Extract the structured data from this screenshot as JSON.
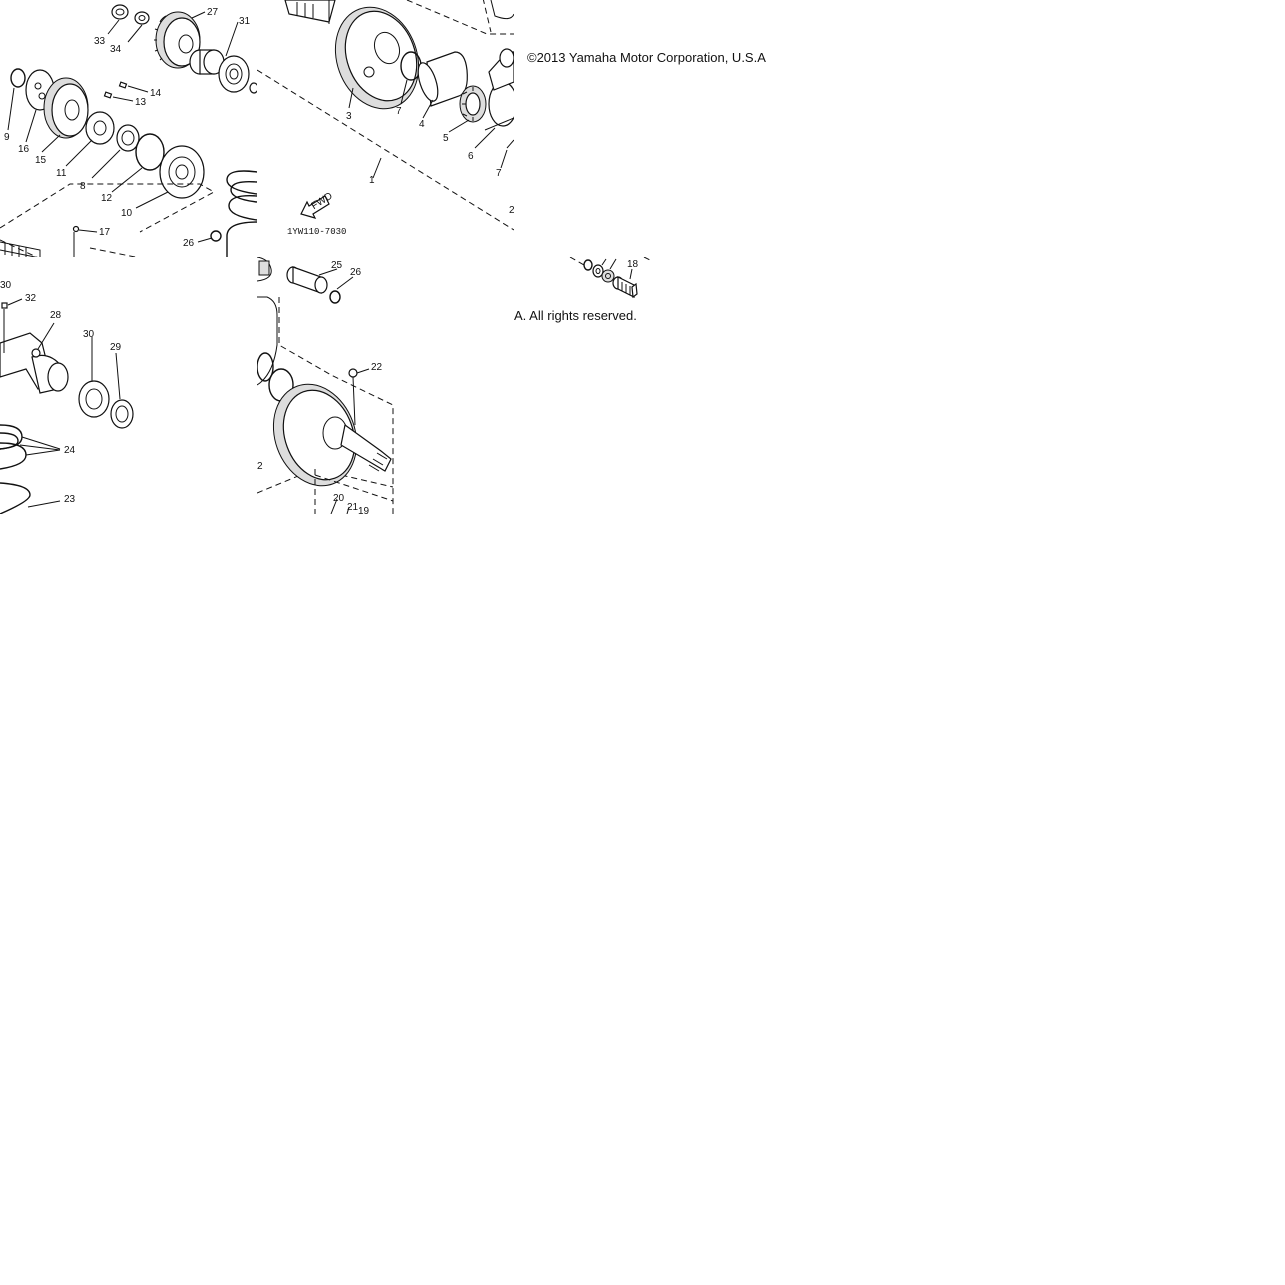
{
  "copyright": {
    "top_fragment": "©2013 Yamaha Motor Corporation, U.S.A",
    "bottom_fragment": "A. All rights reserved."
  },
  "diagram": {
    "drawing_code": "1YW110-7030",
    "fwd_arrow_label": "FWD",
    "callouts": {
      "tile_a": [
        "33",
        "34",
        "27",
        "31",
        "9",
        "16",
        "15",
        "14",
        "13",
        "11",
        "8",
        "12",
        "10",
        "26",
        "17"
      ],
      "tile_b": [
        "3",
        "7",
        "4",
        "5",
        "6",
        "7",
        "1",
        "2"
      ],
      "tile_c": [
        "30",
        "32",
        "28",
        "30",
        "29",
        "24",
        "23"
      ],
      "tile_d": [
        "25",
        "26",
        "22",
        "2",
        "20",
        "21",
        "19"
      ],
      "tile_f": [
        "18"
      ]
    }
  }
}
